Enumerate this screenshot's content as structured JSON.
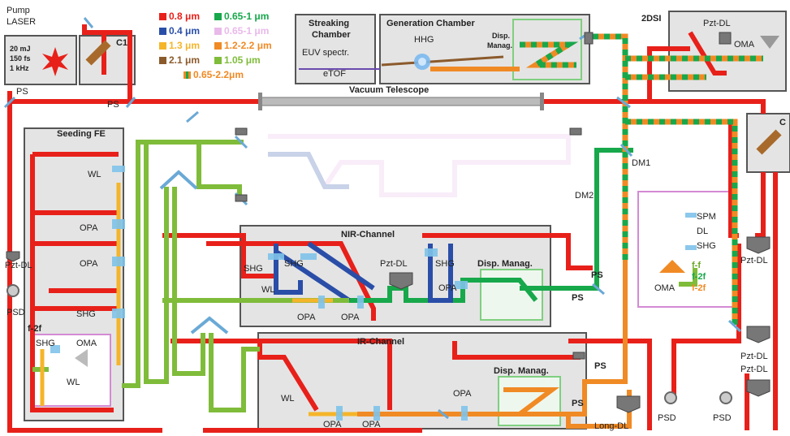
{
  "colors": {
    "red": "#e8201a",
    "green": "#17a84b",
    "blue": "#2a4ea8",
    "yellow": "#f5b52a",
    "brown": "#8b5a2b",
    "lime": "#7fbc3a",
    "orange": "#f08a24",
    "lilac": "#e9b9ea",
    "box_fill": "#e4e4e4",
    "box_border": "#555555"
  },
  "labels": {
    "pump_laser_1": "Pump",
    "pump_laser_2": "LASER",
    "pump_spec_1": "20 mJ",
    "pump_spec_2": "150 fs",
    "pump_spec_3": "1 kHz",
    "c1": "C1",
    "ps_top_left": "PS",
    "ps_below_c1": "PS",
    "streaking_1": "Streaking",
    "streaking_2": "Chamber",
    "euv": "EUV spectr.",
    "etof": "eTOF",
    "generation": "Generation Chamber",
    "hhg": "HHG",
    "disp_manag_gen_1": "Disp.",
    "disp_manag_gen_2": "Manag.",
    "vacuum_telescope": "Vacuum Telescope",
    "twodsi": "2DSI",
    "pzt_dl_2dsi": "Pzt-DL",
    "oma_2dsi": "OMA",
    "c_right": "C",
    "seeding_fe": "Seeding FE",
    "wl_seed": "WL",
    "opa_seed_1": "OPA",
    "opa_seed_2": "OPA",
    "pzt_dl_seed": "Pzt-DL",
    "psd_seed": "PSD",
    "shg_seed": "SHG",
    "f2f_title": "f-2f",
    "shg_f2f": "SHG",
    "oma_f2f": "OMA",
    "wl_f2f": "WL",
    "nir_channel": "NIR-Channel",
    "shg_nir_1": "SHG",
    "shg_nir_2": "SHG",
    "wl_nir": "WL",
    "opa_nir_1": "OPA",
    "opa_nir_2": "OPA",
    "pzt_dl_nir": "Pzt-DL",
    "shg_nir_3": "SHG",
    "opa_nir_3": "OPA",
    "disp_manag_nir": "Disp. Manag.",
    "ps_nir_1": "PS",
    "ps_nir_2": "PS",
    "dm1": "DM1",
    "dm2": "DM2",
    "spm": "SPM",
    "dl": "DL",
    "shg_ff": "SHG",
    "oma_ff": "OMA",
    "ff": "f-f",
    "f2f_green": "f-2f",
    "f2f_orange": "f-2f",
    "pzt_dl_r1": "Pzt-DL",
    "pzt_dl_r2": "Pzt-DL",
    "pzt_dl_r3": "Pzt-DL",
    "ir_channel": "IR-Channel",
    "wl_ir": "WL",
    "opa_ir_1": "OPA",
    "opa_ir_2": "OPA",
    "opa_ir_3": "OPA",
    "disp_manag_ir": "Disp. Manag.",
    "ps_ir_1": "PS",
    "ps_ir_2": "PS",
    "long_dl": "Long-DL",
    "psd_r1": "PSD",
    "psd_r2": "PSD"
  },
  "legend": [
    {
      "text": "0.8 μm",
      "color": "#e8201a",
      "dash": false
    },
    {
      "text": "0.65-1 μm",
      "color": "#17a84b",
      "dash": false
    },
    {
      "text": "0.4 μm",
      "color": "#2a4ea8",
      "dash": false
    },
    {
      "text": "0.65-1 μm",
      "color": "#e9b9ea",
      "dash": false
    },
    {
      "text": "1.3 μm",
      "color": "#f5b52a",
      "dash": false
    },
    {
      "text": "1.2-2.2 μm",
      "color": "#f08a24",
      "dash": false
    },
    {
      "text": "2.1 μm",
      "color": "#8b5a2b",
      "dash": false
    },
    {
      "text": "1.05 μm",
      "color": "#7fbc3a",
      "dash": false
    },
    {
      "text": "0.65-2.2μm",
      "color": "#f08a24",
      "dash": true
    }
  ]
}
